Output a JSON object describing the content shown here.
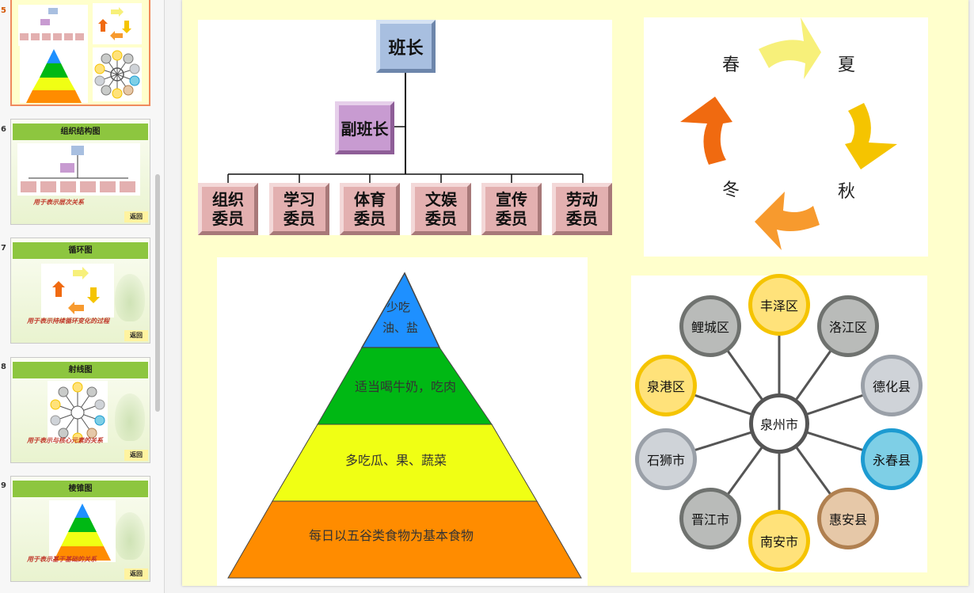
{
  "thumbnails": [
    {
      "num": "5",
      "active": true
    },
    {
      "num": "6",
      "title": "组织结构图",
      "caption": "用于表示层次关系",
      "back": "返回"
    },
    {
      "num": "7",
      "title": "循环图",
      "caption": "用于表示持续循环变化的过程",
      "back": "返回"
    },
    {
      "num": "8",
      "title": "射线图",
      "caption": "用于表示与核心元素的关系",
      "back": "返回"
    },
    {
      "num": "9",
      "title": "棱锥图",
      "caption": "用于表示基于基础的关系",
      "back": "返回"
    }
  ],
  "org": {
    "top": "班长",
    "second": "副班长",
    "members": [
      {
        "line1": "组织",
        "line2": "委员"
      },
      {
        "line1": "学习",
        "line2": "委员"
      },
      {
        "line1": "体育",
        "line2": "委员"
      },
      {
        "line1": "文娱",
        "line2": "委员"
      },
      {
        "line1": "宣传",
        "line2": "委员"
      },
      {
        "line1": "劳动",
        "line2": "委员"
      }
    ]
  },
  "cycle": {
    "seasons": [
      "春",
      "夏",
      "秋",
      "冬"
    ],
    "colors": [
      "#f7f07a",
      "#f5c400",
      "#f79a2e",
      "#f06a10"
    ]
  },
  "pyramid": {
    "levels": [
      {
        "text1": "少吃",
        "text2": "油、盐",
        "color": "#1e90ff"
      },
      {
        "text1": "适当喝牛奶，吃肉",
        "color": "#00b814"
      },
      {
        "text1": "多吃瓜、果、蔬菜",
        "color": "#f0ff14"
      },
      {
        "text1": "每日以五谷类食物为基本食物",
        "color": "#ff8c00"
      }
    ]
  },
  "radial": {
    "center": "泉州市",
    "nodes": [
      {
        "label": "丰泽区",
        "style": "yellow"
      },
      {
        "label": "洛江区",
        "style": "gray"
      },
      {
        "label": "德化县",
        "style": "silver"
      },
      {
        "label": "永春县",
        "style": "blue"
      },
      {
        "label": "惠安县",
        "style": "tan"
      },
      {
        "label": "南安市",
        "style": "yellow"
      },
      {
        "label": "晋江市",
        "style": "gray"
      },
      {
        "label": "石狮市",
        "style": "silver"
      },
      {
        "label": "泉港区",
        "style": "yellow"
      },
      {
        "label": "鲤城区",
        "style": "gray"
      }
    ]
  }
}
